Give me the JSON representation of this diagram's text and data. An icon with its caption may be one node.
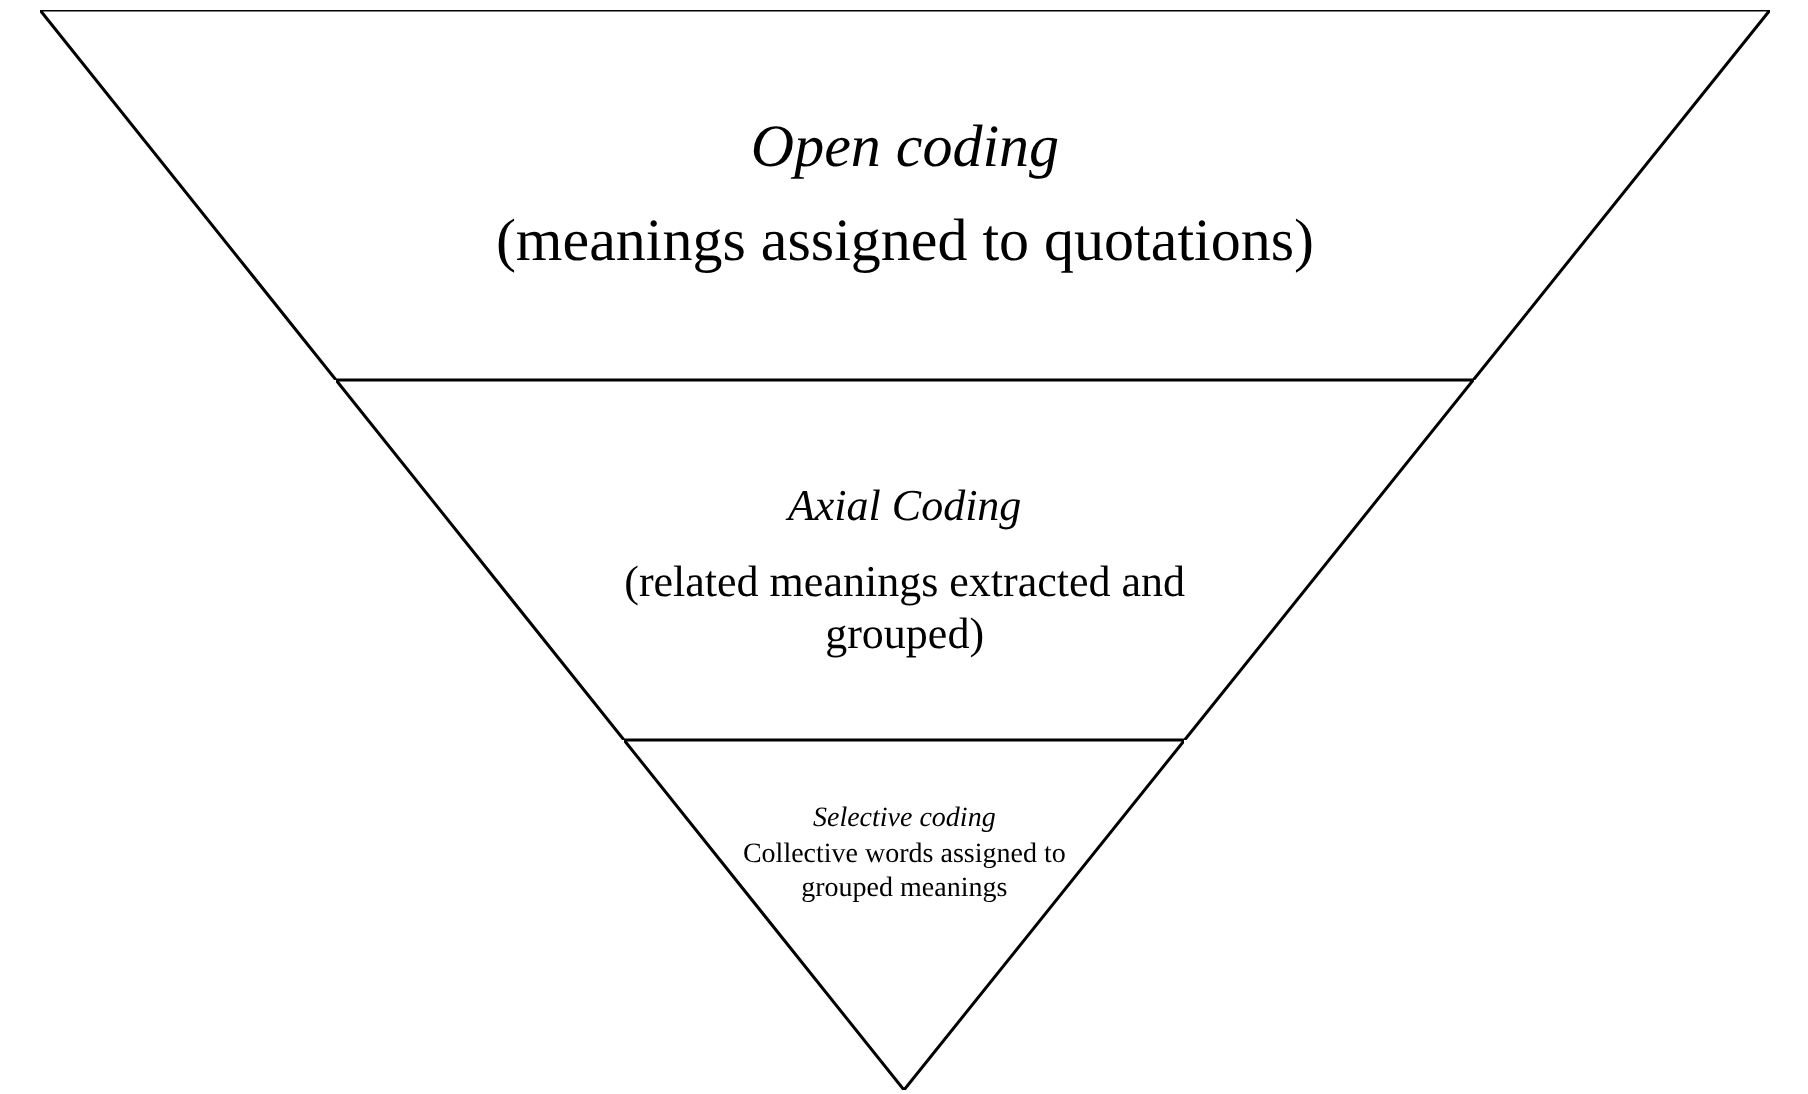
{
  "diagram": {
    "nodes": [
      {
        "text": [
          "Open coding",
          "(meanings assigned to quotations)"
        ]
      },
      {
        "text": [
          "Axial Coding",
          "(related meanings extracted and grouped)"
        ]
      },
      {
        "text": [
          "Selective coding",
          "Collective words assigned to grouped meanings"
        ]
      }
    ]
  }
}
